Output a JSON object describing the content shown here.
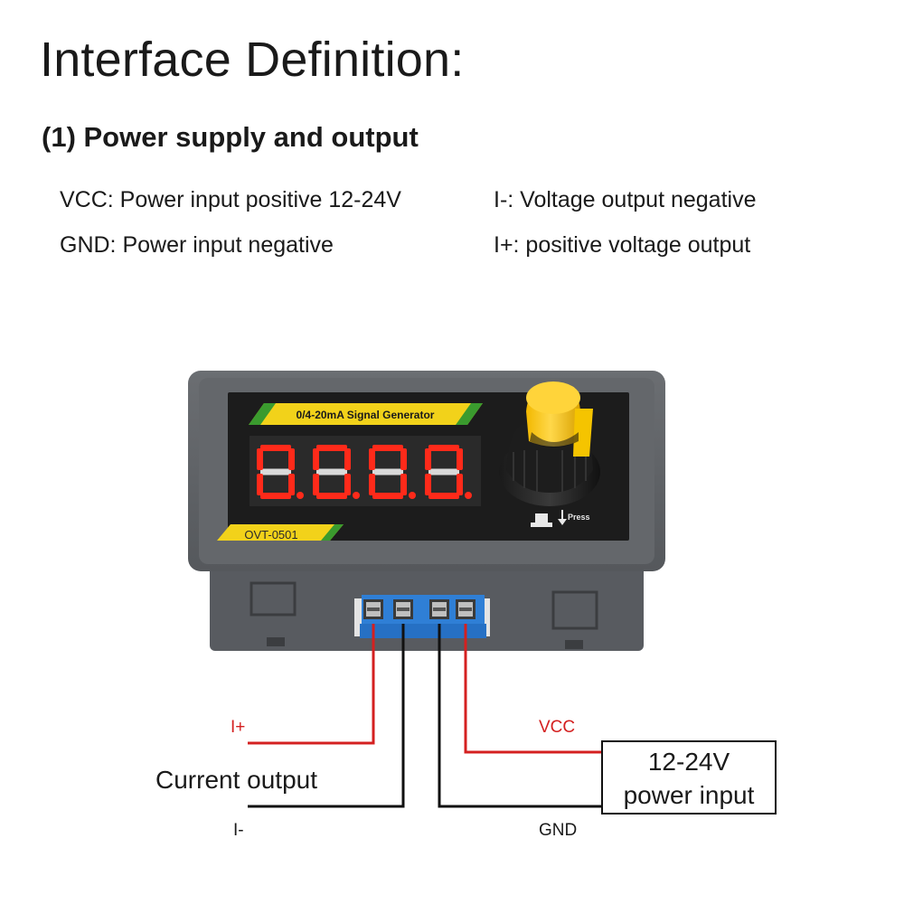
{
  "header": {
    "title": "Interface Definition:"
  },
  "section": {
    "title": "(1) Power supply and output"
  },
  "definitions": {
    "vcc": "VCC: Power input positive 12-24V",
    "gnd": "GND: Power input negative",
    "i_minus": "I-: Voltage output negative",
    "i_plus": "I+: positive voltage output"
  },
  "device": {
    "panel_label": "0/4-20mA Signal Generator",
    "model_label": "OVT-0501",
    "display_digits": [
      "0",
      "0",
      "0",
      "0"
    ],
    "press_label": "Press"
  },
  "wiring": {
    "i_plus": "I+",
    "i_minus": "I-",
    "vcc": "VCC",
    "gnd": "GND",
    "current_output": "Current output",
    "power_box_line1": "12-24V",
    "power_box_line2": "power input"
  },
  "colors": {
    "wire_red": "#d42020",
    "wire_black": "#111111",
    "terminal_blue": "#2f7fd6",
    "led_red": "#ff2a1a",
    "knob_yellow": "#f5c400",
    "label_yellow": "#f2d21a",
    "label_green": "#3a9b2e"
  }
}
